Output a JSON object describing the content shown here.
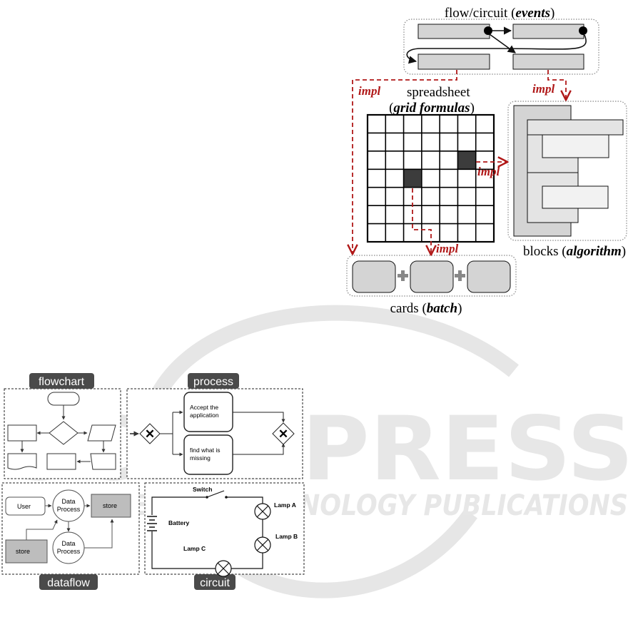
{
  "colors": {
    "impl_red": "#b01818",
    "box_fill": "#d4d4d4",
    "box_fill_light": "#ececec",
    "dark_cell": "#3c3c3c",
    "tab_fill": "#4a4a4a",
    "watermark": "#e4e4e4"
  },
  "top": {
    "title_prefix": "flow/circuit (",
    "title_em": "events",
    "title_suffix": ")",
    "spreadsheet_label": "spreadsheet",
    "grid_prefix": "(",
    "grid_em": "grid formulas",
    "grid_suffix": ")",
    "blocks_prefix": "blocks (",
    "blocks_em": "algorithm",
    "blocks_suffix": ")",
    "cards_prefix": "cards (",
    "cards_em": "batch",
    "cards_suffix": ")",
    "impl_label": "impl"
  },
  "bottom": {
    "tabs": [
      "flowchart",
      "process",
      "dataflow",
      "circuit"
    ],
    "process": {
      "task1_line1": "Accept the",
      "task1_line2": "application",
      "task2_line1": "find what is",
      "task2_line2": "missing"
    },
    "dataflow": {
      "user": "User",
      "process_line1": "Data",
      "process_line2": "Process",
      "store": "store"
    },
    "circuit": {
      "switch": "Switch",
      "battery": "Battery",
      "lamp_a": "Lamp A",
      "lamp_b": "Lamp B",
      "lamp_c": "Lamp C"
    }
  },
  "watermark": {
    "brand": "SCITEPRESS",
    "subtitle": "SCIENCE AND TECHNOLOGY PUBLICATIONS"
  }
}
